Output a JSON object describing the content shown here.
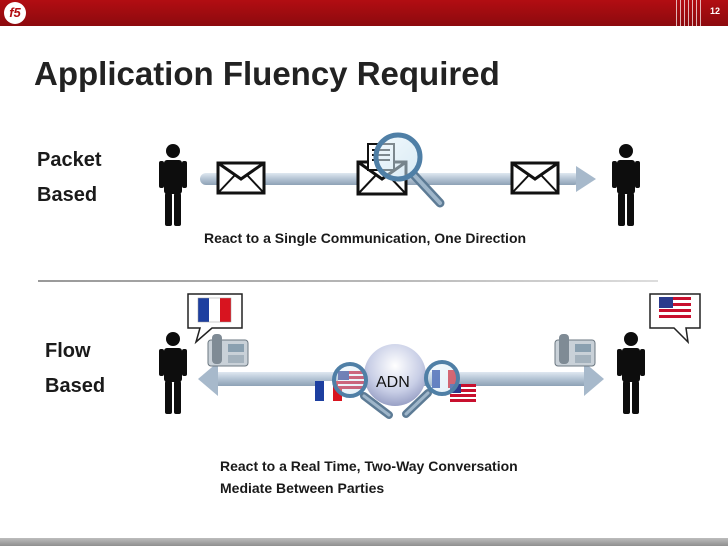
{
  "slide": {
    "number": "12",
    "logo_text": "f5",
    "title": "Application Fluency Required"
  },
  "packet": {
    "label_line1": "Packet",
    "label_line2": "Based",
    "caption": "React to a Single Communication, One Direction"
  },
  "flow": {
    "label_line1": "Flow",
    "label_line2": "Based",
    "center_label": "ADN",
    "caption_line1": "React to a Real Time, Two-Way Conversation",
    "caption_line2": "Mediate Between Parties"
  },
  "icons": [
    "person-icon",
    "envelope-icon",
    "magnifier-icon",
    "phone-icon",
    "french-flag-icon",
    "us-flag-icon",
    "speech-bubble-icon"
  ],
  "colors": {
    "brand": "#b20d12",
    "arrow": "#b8c8d8",
    "text": "#1a1a1a"
  }
}
